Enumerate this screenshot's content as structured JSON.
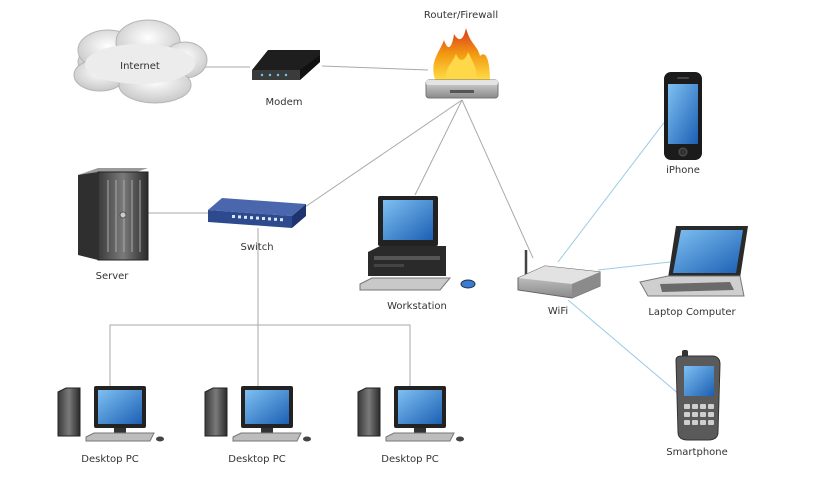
{
  "nodes": {
    "internet": {
      "label": "Internet"
    },
    "modem": {
      "label": "Modem"
    },
    "router": {
      "label": "Router/Firewall"
    },
    "server": {
      "label": "Server"
    },
    "switch": {
      "label": "Switch"
    },
    "workstation": {
      "label": "Workstation"
    },
    "wifi": {
      "label": "WiFi"
    },
    "iphone": {
      "label": "iPhone"
    },
    "laptop": {
      "label": "Laptop Computer"
    },
    "smartphone": {
      "label": "Smartphone"
    },
    "desktops": [
      {
        "label": "Desktop PC"
      },
      {
        "label": "Desktop PC"
      },
      {
        "label": "Desktop PC"
      }
    ]
  },
  "colors": {
    "wired_link": "#a9a9a9",
    "wireless_link": "#9ccbe6",
    "screen_blue": "#2a7ad0",
    "switch_blue": "#2d4a8e",
    "fire_orange": "#f39c12"
  },
  "icons": [
    "cloud-icon",
    "modem-icon",
    "firewall-icon",
    "server-icon",
    "switch-icon",
    "workstation-icon",
    "wifi-router-icon",
    "iphone-icon",
    "laptop-icon",
    "smartphone-icon",
    "desktop-pc-icon"
  ]
}
